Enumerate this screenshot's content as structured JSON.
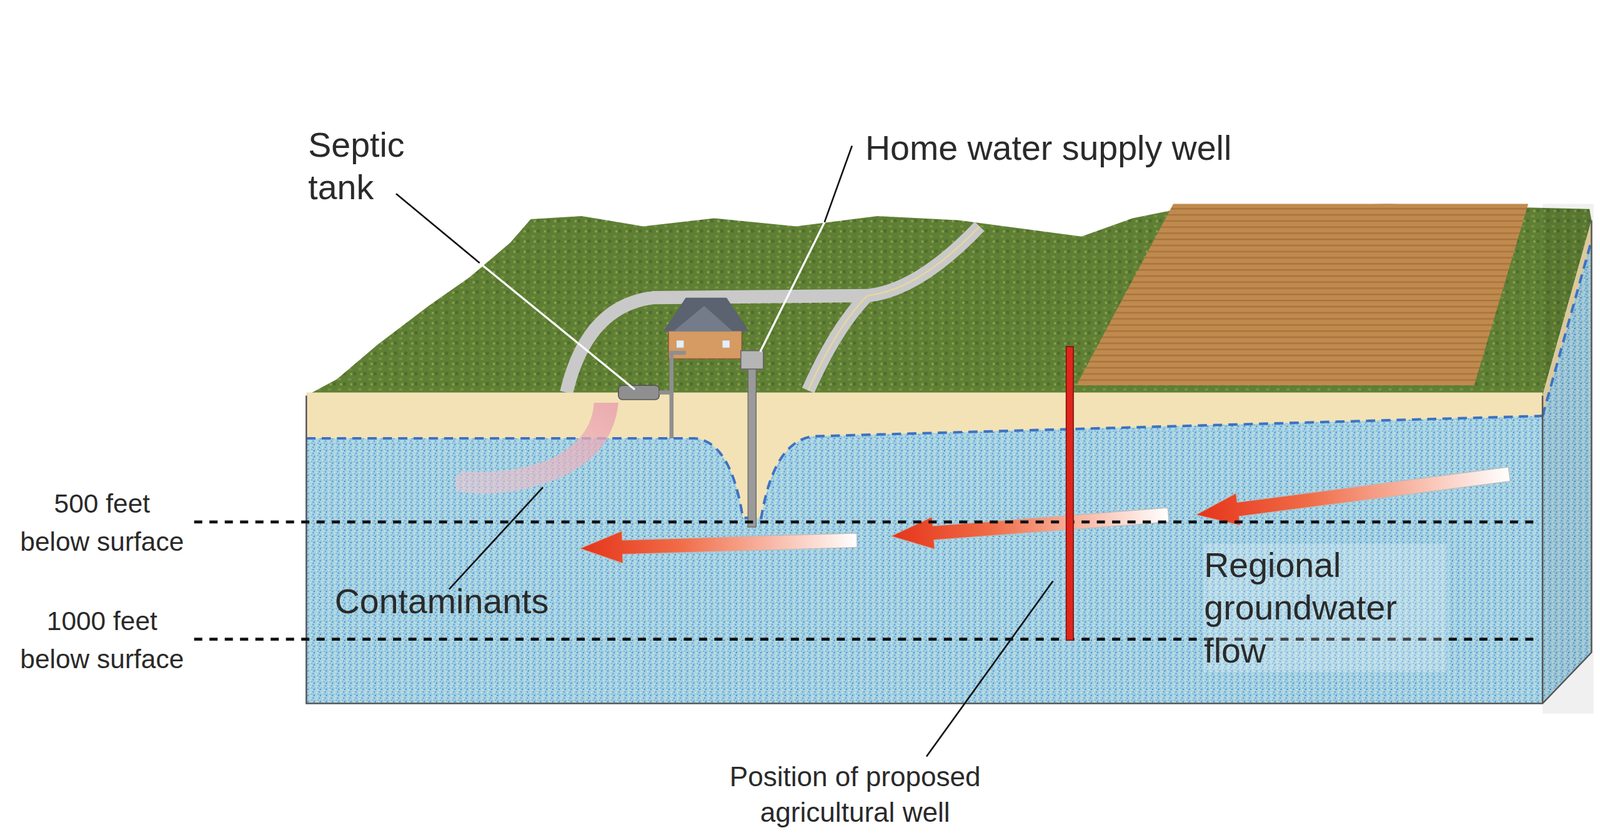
{
  "diagram": {
    "labels": [
      "Septic tank",
      "Home water supply well",
      "Contaminants",
      "Regional groundwater flow",
      "Position of proposed agricultural well",
      "500 feet below surface",
      "1000 feet below surface"
    ]
  }
}
